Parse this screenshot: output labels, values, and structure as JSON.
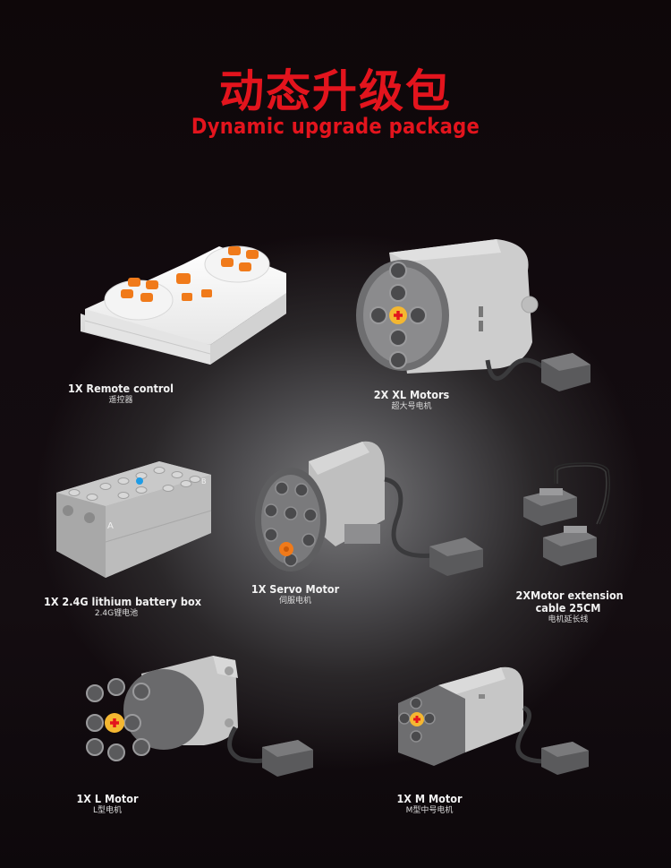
{
  "header": {
    "title_cn": "动态升级包",
    "title_en": "Dynamic upgrade package",
    "accent_color": "#e3141d"
  },
  "products": [
    {
      "id": "remote-control",
      "label_en": "1X Remote control",
      "label_cn": "遥控器",
      "quantity": "1X"
    },
    {
      "id": "xl-motor",
      "label_en": "2X XL Motors",
      "label_cn": "超大号电机",
      "quantity": "2X"
    },
    {
      "id": "battery-box",
      "label_en": "1X 2.4G lithium battery box",
      "label_cn": "2.4G锂电池",
      "quantity": "1X",
      "side_labels": [
        "A",
        "B"
      ]
    },
    {
      "id": "servo-motor",
      "label_en": "1X Servo Motor",
      "label_cn": "伺服电机",
      "quantity": "1X"
    },
    {
      "id": "extension-cable",
      "label_en_line1": "2XMotor extension",
      "label_en_line2": "cable 25CM",
      "label_cn": "电机延长线",
      "quantity": "2X"
    },
    {
      "id": "l-motor",
      "label_en": "1X L Motor",
      "label_cn": "L型电机",
      "quantity": "1X"
    },
    {
      "id": "m-motor",
      "label_en": "1X M Motor",
      "label_cn": "M型中号电机",
      "quantity": "1X"
    }
  ],
  "colors": {
    "background": "#0d080c",
    "spotlight": "#7a7a7c",
    "button_orange": "#f07a1a",
    "axle_yellow": "#f4b731",
    "axle_red": "#e3141d",
    "status_led_blue": "#1e9ce6",
    "light_gray": "#c9c9c9",
    "dark_gray": "#6a6a6c"
  }
}
